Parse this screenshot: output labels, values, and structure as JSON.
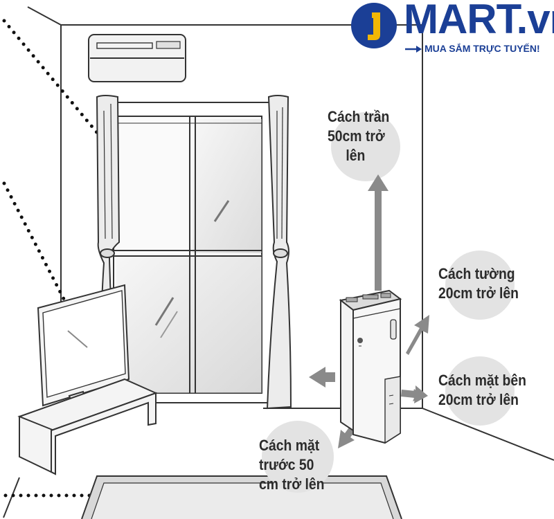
{
  "brand": {
    "name": "MART.vn",
    "tagline": "MUA SẮM TRỰC TUYẾN!",
    "color": "#1b3f96",
    "badge_accent": "#f2b705"
  },
  "labels": {
    "ceiling": [
      "Cách trần",
      "50cm trở",
      "lên"
    ],
    "wall": [
      "Cách tường",
      "20cm trở lên"
    ],
    "side": [
      "Cách mặt bên",
      "20cm trở lên"
    ],
    "front": [
      "Cách mặt",
      "trước 50",
      "cm trở lên"
    ]
  },
  "colors": {
    "line": "#333333",
    "bubble": "#e3e3e3",
    "arrow": "#8a8a8a",
    "shadow": "#d4d4d4"
  }
}
